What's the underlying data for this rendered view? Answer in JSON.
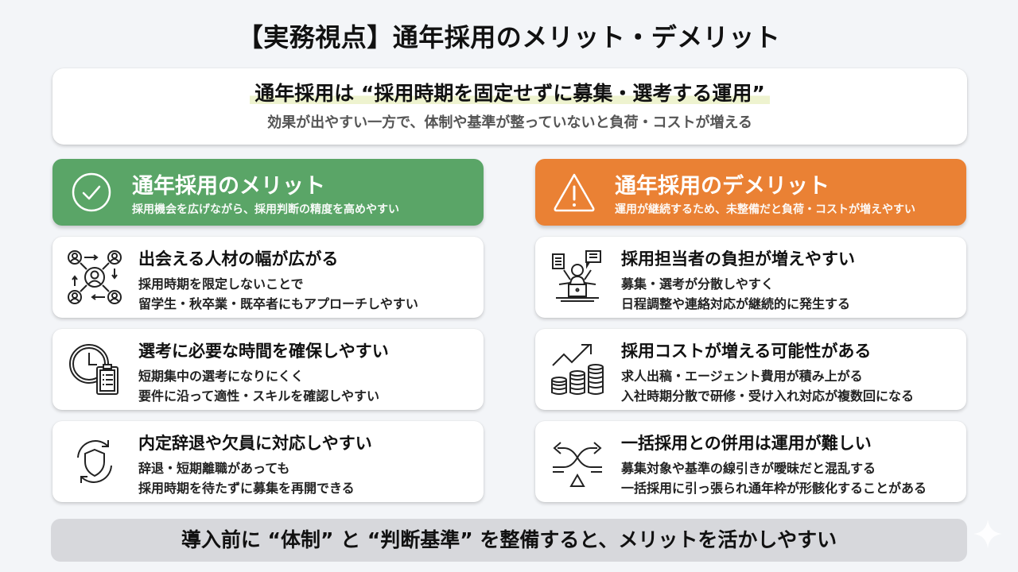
{
  "title": "【実務視点】通年採用のメリット・デメリット",
  "summary": {
    "main": "通年採用は “採用時期を固定せずに募集・選考する運用”",
    "sub": "効果が出やすい一方で、体制や基準が整っていないと負荷・コストが増える",
    "highlight_color": "#eef3cf"
  },
  "merits": {
    "color": "#5aa567",
    "icon": "check-circle-icon",
    "title": "通年採用のメリット",
    "subtitle": "採用機会を広げながら、採用判断の精度を高めやすい",
    "items": [
      {
        "icon": "people-network-icon",
        "title": "出会える人材の幅が広がる",
        "line1": "採用時期を限定しないことで",
        "line2": "留学生・秋卒業・既卒者にもアプローチしやすい"
      },
      {
        "icon": "clock-clipboard-icon",
        "title": "選考に必要な時間を確保しやすい",
        "line1": "短期集中の選考になりにくく",
        "line2": "要件に沿って適性・スキルを確認しやすい"
      },
      {
        "icon": "shield-refresh-icon",
        "title": "内定辞退や欠員に対応しやすい",
        "line1": "辞退・短期離職があっても",
        "line2": "採用時期を待たずに募集を再開できる"
      }
    ]
  },
  "demerits": {
    "color": "#ea8134",
    "icon": "warning-triangle-icon",
    "title": "通年採用のデメリット",
    "subtitle": "運用が継続するため、未整備だと負荷・コストが増えやすい",
    "items": [
      {
        "icon": "busy-person-icon",
        "title": "採用担当者の負担が増えやすい",
        "line1": "募集・選考が分散しやすく",
        "line2": "日程調整や連絡対応が継続的に発生する"
      },
      {
        "icon": "rising-cost-coins-icon",
        "title": "採用コストが増える可能性がある",
        "line1": "求人出稿・エージェント費用が積み上がる",
        "line2": "入社時期分散で研修・受け入れ対応が複数回になる"
      },
      {
        "icon": "crossing-arrows-icon",
        "title": "一括採用との併用は運用が難しい",
        "line1": "募集対象や基準の線引きが曖昧だと混乱する",
        "line2": "一括採用に引っ張られ通年枠が形骸化することがある"
      }
    ]
  },
  "footer": {
    "text": "導入前に “体制” と “判断基準” を整備すると、メリットを活かしやすい"
  }
}
